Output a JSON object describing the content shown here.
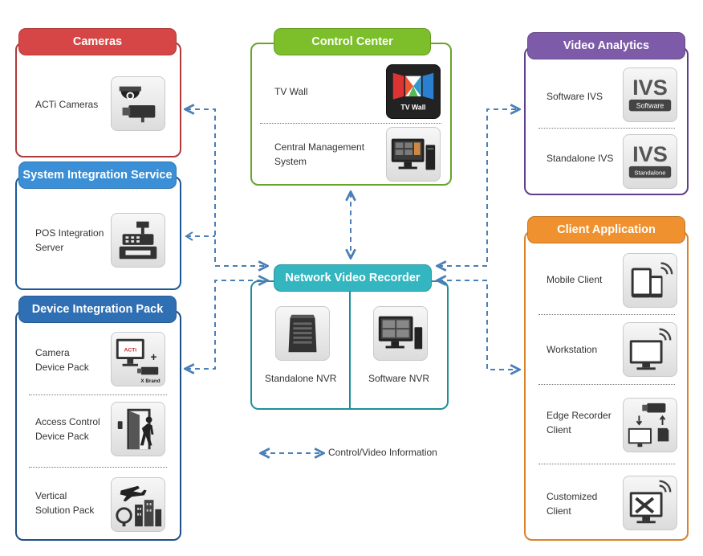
{
  "cameras": {
    "title": "Cameras",
    "items": [
      {
        "label": "ACTi Cameras",
        "icon": "dome-camera-icon"
      }
    ]
  },
  "system_integration": {
    "title": "System Integration Service",
    "items": [
      {
        "label": "POS Integration\nServer",
        "icon": "cash-register-icon"
      }
    ]
  },
  "device_integration": {
    "title": "Device Integration Pack",
    "items": [
      {
        "label": "Camera\nDevice Pack",
        "icon": "camera-device-pack-icon",
        "icon_logo": "ACTi",
        "icon_caption": "X Brand"
      },
      {
        "label": "Access Control\nDevice Pack",
        "icon": "door-person-icon"
      },
      {
        "label": "Vertical\nSolution Pack",
        "icon": "airport-city-icon"
      }
    ]
  },
  "control_center": {
    "title": "Control Center",
    "items": [
      {
        "label": "TV Wall",
        "icon": "tv-wall-icon",
        "icon_caption": "TV Wall"
      },
      {
        "label": "Central Management\nSystem",
        "icon": "monitor-pc-icon"
      }
    ]
  },
  "nvr": {
    "title": "Network Video Recorder",
    "items": [
      {
        "label": "Standalone NVR",
        "icon": "nvr-box-icon"
      },
      {
        "label": "Software NVR",
        "icon": "monitor-nvr-icon"
      }
    ]
  },
  "video_analytics": {
    "title": "Video Analytics",
    "items": [
      {
        "label": "Software IVS",
        "icon": "ivs-software-icon",
        "icon_text": "IVS",
        "icon_caption": "Software"
      },
      {
        "label": "Standalone IVS",
        "icon": "ivs-standalone-icon",
        "icon_text": "IVS",
        "icon_caption": "Standalone"
      }
    ]
  },
  "client_app": {
    "title": "Client Application",
    "items": [
      {
        "label": "Mobile Client",
        "icon": "mobile-devices-icon"
      },
      {
        "label": "Workstation",
        "icon": "wireless-monitor-icon"
      },
      {
        "label": "Edge Recorder\nClient",
        "icon": "edge-recorder-icon"
      },
      {
        "label": "Customized\nClient",
        "icon": "tools-monitor-icon"
      }
    ]
  },
  "legend": {
    "text": "Control/Video Information"
  },
  "colors": {
    "connector": "#4a7fb8"
  }
}
